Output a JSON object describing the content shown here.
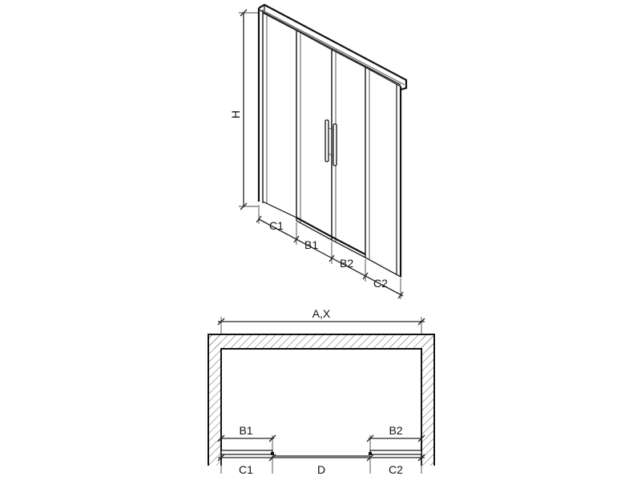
{
  "labels": {
    "height": "H",
    "c1": "C1",
    "b1": "B1",
    "b2": "B2",
    "c2": "C2",
    "width": "A,X",
    "d": "D"
  },
  "colors": {
    "ink": "#111111",
    "hatch": "#777777",
    "background": "#ffffff"
  }
}
